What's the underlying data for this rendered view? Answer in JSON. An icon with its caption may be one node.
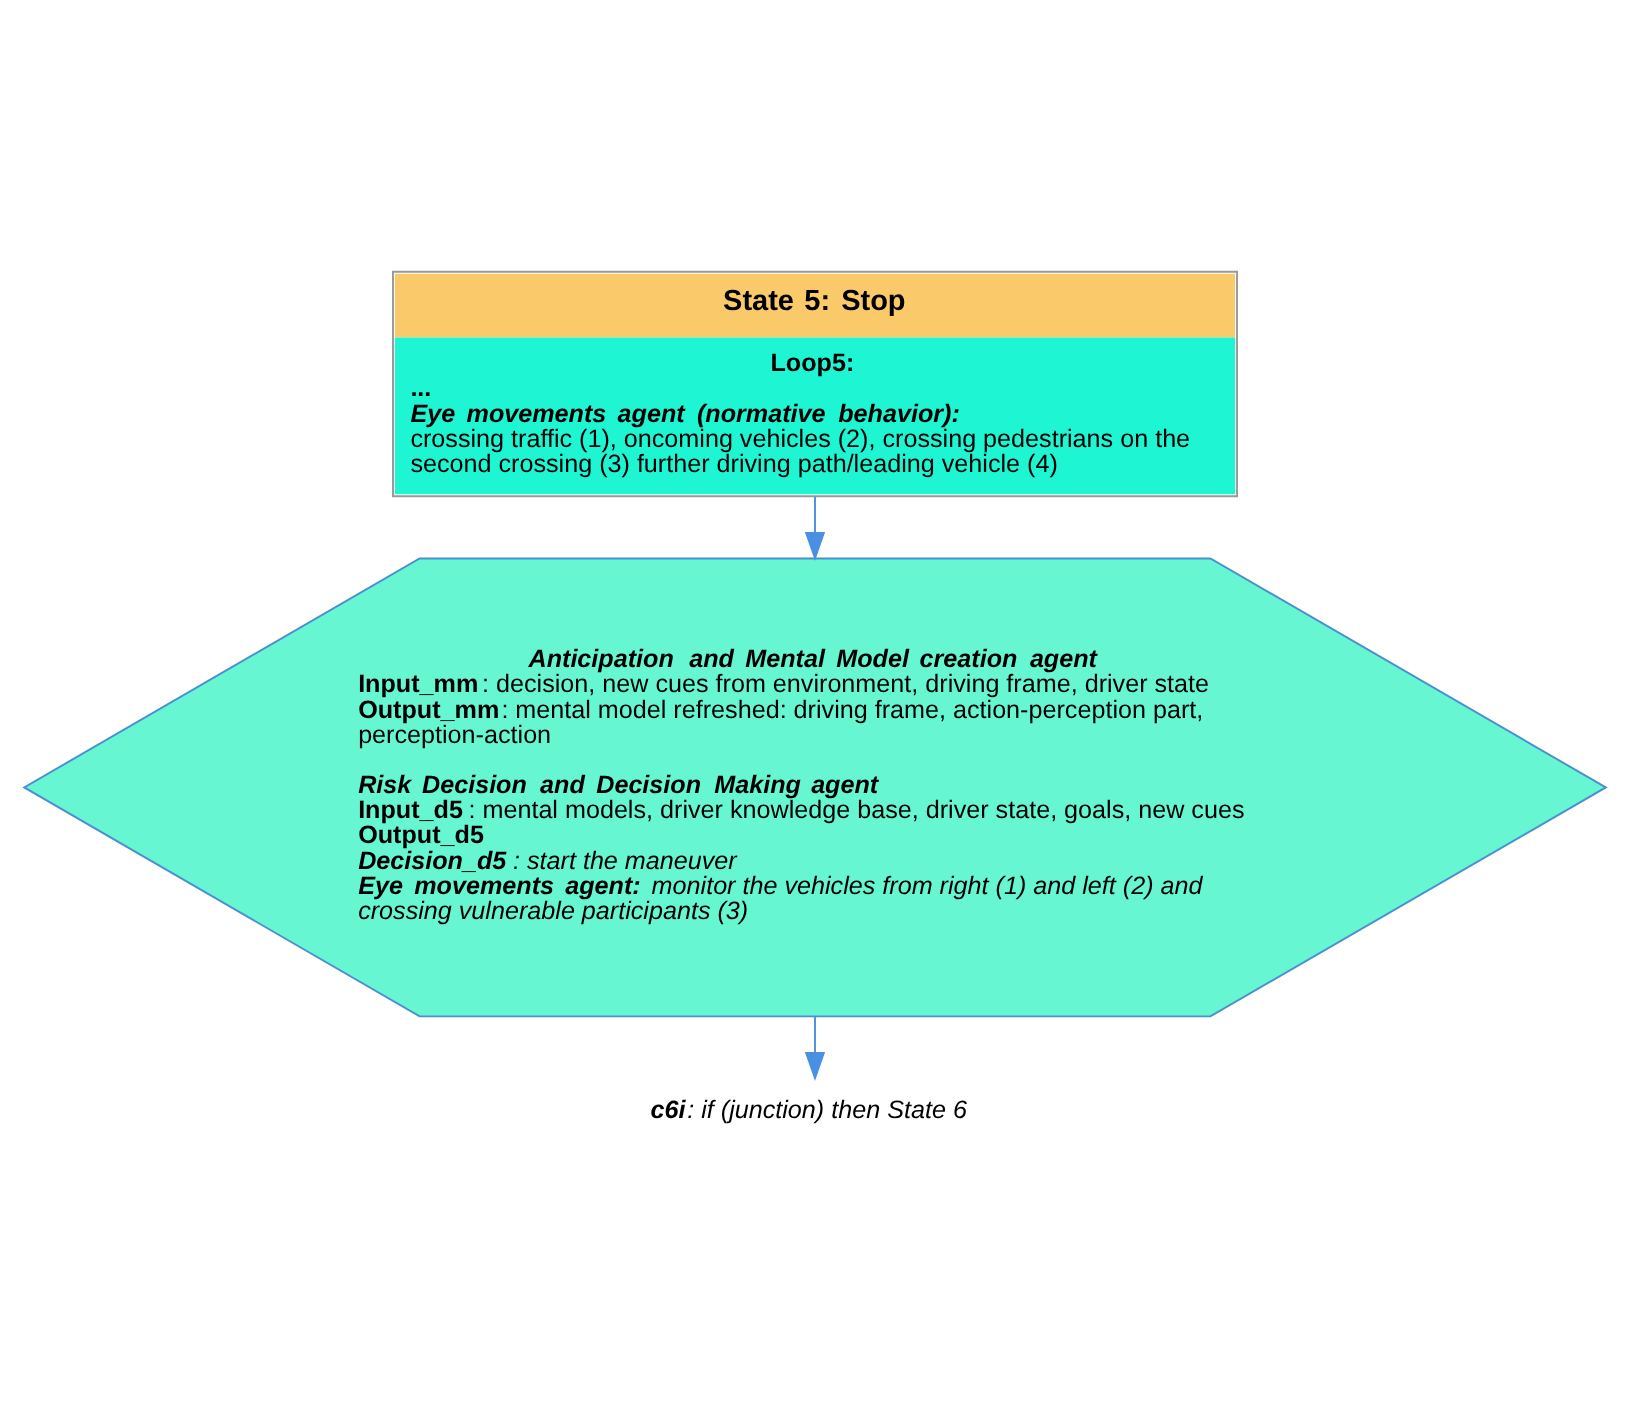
{
  "diagram": {
    "nodes": [
      {
        "text": [
          "State 5: Stop",
          "Loop5:",
          "...",
          "Eye movements agent (normative behavior):",
          "crossing traffic (1), oncoming vehicles (2), crossing pedestrians on the second crossing (3) further driving path/leading vehicle (4)"
        ]
      },
      {
        "text": [
          "Anticipation and Mental Model creation agent",
          "**Input_mm**: decision, new cues from environment, driving frame, driver state",
          "**Output_mm**: mental model refreshed: driving frame, action-perception part, perception-action",
          "Risk Decision and Decision Making agent",
          "**Input_d5**: mental models, driver knowledge base, driver state, goals, new cues",
          "Output_d5",
          "**Decision_d5**: start the maneuver",
          "**Eye movements agent:** monitor the vehicles from right (1) and left (2) and crossing vulnerable participants (3)"
        ]
      },
      {
        "text": [
          "**c6i**: if (junction) then State 6"
        ]
      }
    ],
    "edges": [
      {
        "from": 0,
        "to": 1,
        "arrow": "to"
      },
      {
        "from": 1,
        "to": 2,
        "arrow": "to"
      }
    ]
  }
}
